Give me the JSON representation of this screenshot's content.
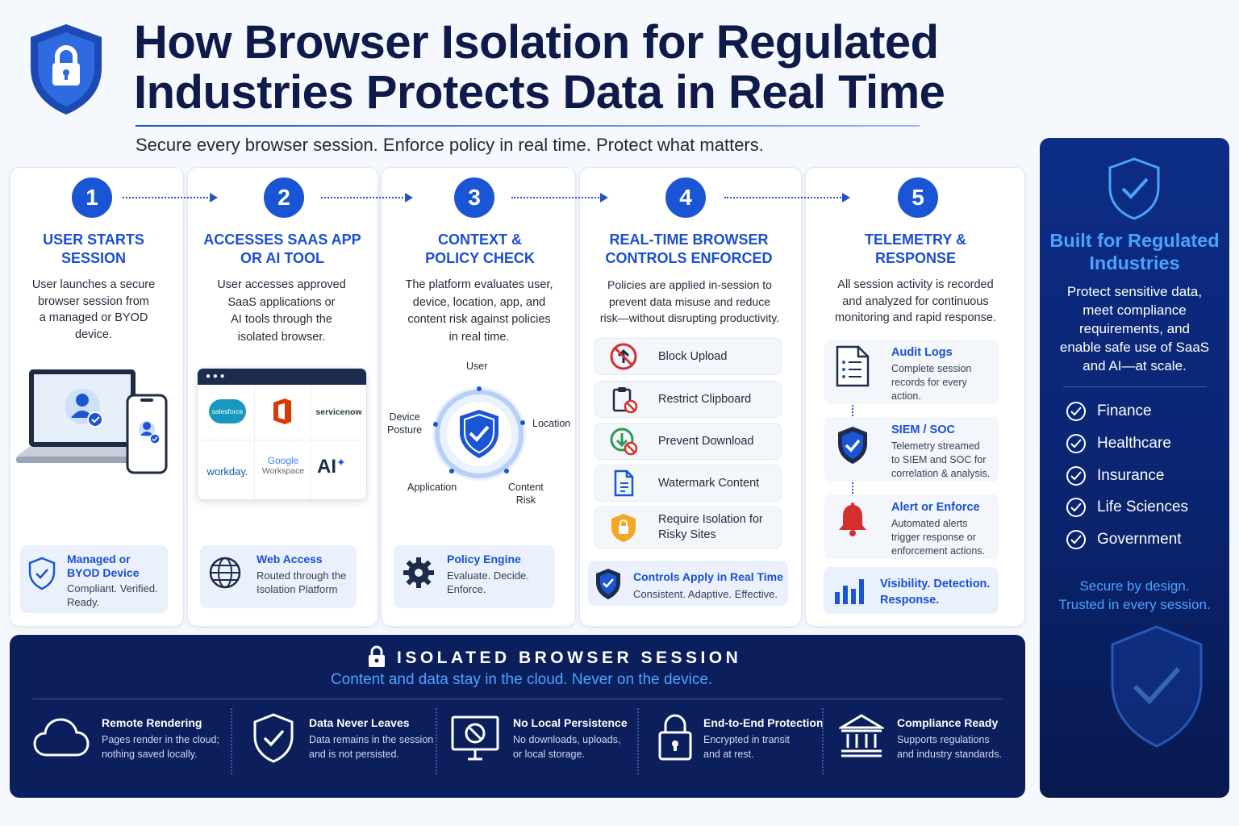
{
  "header": {
    "title_line1": "How Browser Isolation for Regulated",
    "title_line2": "Industries Protects Data in Real Time",
    "subtitle": "Secure every browser session. Enforce policy in real time. Protect what matters."
  },
  "steps": [
    {
      "number": "1",
      "title_line1": "USER STARTS",
      "title_line2": "SESSION",
      "desc": [
        "User launches a secure",
        "browser session from",
        "a managed or BYOD",
        "device."
      ],
      "foot_title": "Managed or BYOD Device",
      "foot_text": "Compliant. Verified. Ready."
    },
    {
      "number": "2",
      "title_line1": "ACCESSES SAAS APP",
      "title_line2": "OR AI TOOL",
      "desc": [
        "User accesses approved",
        "SaaS applications or",
        "AI tools through the",
        "isolated browser."
      ],
      "foot_title": "Web Access",
      "foot_text": "Routed through the Isolation Platform"
    },
    {
      "number": "3",
      "title_line1": "CONTEXT &",
      "title_line2": "POLICY CHECK",
      "desc": [
        "The platform evaluates user,",
        "device, location, app, and",
        "content risk against policies",
        "in real time."
      ],
      "foot_title": "Policy Engine",
      "foot_text": "Evaluate. Decide. Enforce."
    },
    {
      "number": "4",
      "title_line1": "REAL-TIME BROWSER",
      "title_line2": "CONTROLS ENFORCED",
      "desc": [
        "Policies are applied in-session to",
        "prevent data misuse and reduce",
        "risk—without disrupting productivity."
      ],
      "foot_title": "Controls Apply in Real Time",
      "foot_text": "Consistent. Adaptive. Effective."
    },
    {
      "number": "5",
      "title_line1": "TELEMETRY &",
      "title_line2": "RESPONSE",
      "desc": [
        "All session activity is recorded",
        "and analyzed for continuous",
        "monitoring and rapid response."
      ],
      "foot_title": "Visibility. Detection. Response."
    }
  ],
  "apps": [
    "salesforce",
    "servicenow",
    "workday.",
    "Google",
    "Workspace",
    "AI"
  ],
  "policy_nodes": {
    "user": "User",
    "location": "Location",
    "device_1": "Device",
    "device_2": "Posture",
    "application": "Application",
    "content_1": "Content",
    "content_2": "Risk"
  },
  "controls": [
    "Block Upload",
    "Restrict Clipboard",
    "Prevent Download",
    "Watermark Content",
    "Require Isolation for",
    "Risky Sites"
  ],
  "telemetry": [
    {
      "title": "Audit Logs",
      "text": [
        "Complete session",
        "records for every",
        "action."
      ]
    },
    {
      "title": "SIEM / SOC",
      "text": [
        "Telemetry streamed",
        "to SIEM and SOC for",
        "correlation & analysis."
      ]
    },
    {
      "title": "Alert or Enforce",
      "text": [
        "Automated alerts",
        "trigger response or",
        "enforcement actions."
      ]
    }
  ],
  "isolated": {
    "title": "ISOLATED BROWSER SESSION",
    "subtitle": "Content and data stay in the cloud. Never on the device.",
    "features": [
      {
        "title": "Remote Rendering",
        "text": [
          "Pages render in the cloud;",
          "nothing saved locally."
        ]
      },
      {
        "title": "Data Never Leaves",
        "text": [
          "Data remains in the session",
          "and is not persisted."
        ]
      },
      {
        "title": "No Local Persistence",
        "text": [
          "No downloads, uploads,",
          "or local storage."
        ]
      },
      {
        "title": "End-to-End Protection",
        "text": [
          "Encrypted in transit",
          "and at rest."
        ]
      },
      {
        "title": "Compliance Ready",
        "text": [
          "Supports regulations",
          "and industry standards."
        ]
      }
    ]
  },
  "sidebar": {
    "title_line1": "Built for Regulated",
    "title_line2": "Industries",
    "desc": [
      "Protect sensitive data,",
      "meet compliance",
      "requirements, and",
      "enable safe use of SaaS",
      "and AI—at scale."
    ],
    "sectors": [
      "Finance",
      "Healthcare",
      "Insurance",
      "Life Sciences",
      "Government"
    ],
    "tagline_1": "Secure by design.",
    "tagline_2": "Trusted in every session."
  },
  "colors": {
    "accent": "#1a55d6",
    "navy": "#0b1f5c",
    "title": "#0d1a4a"
  }
}
